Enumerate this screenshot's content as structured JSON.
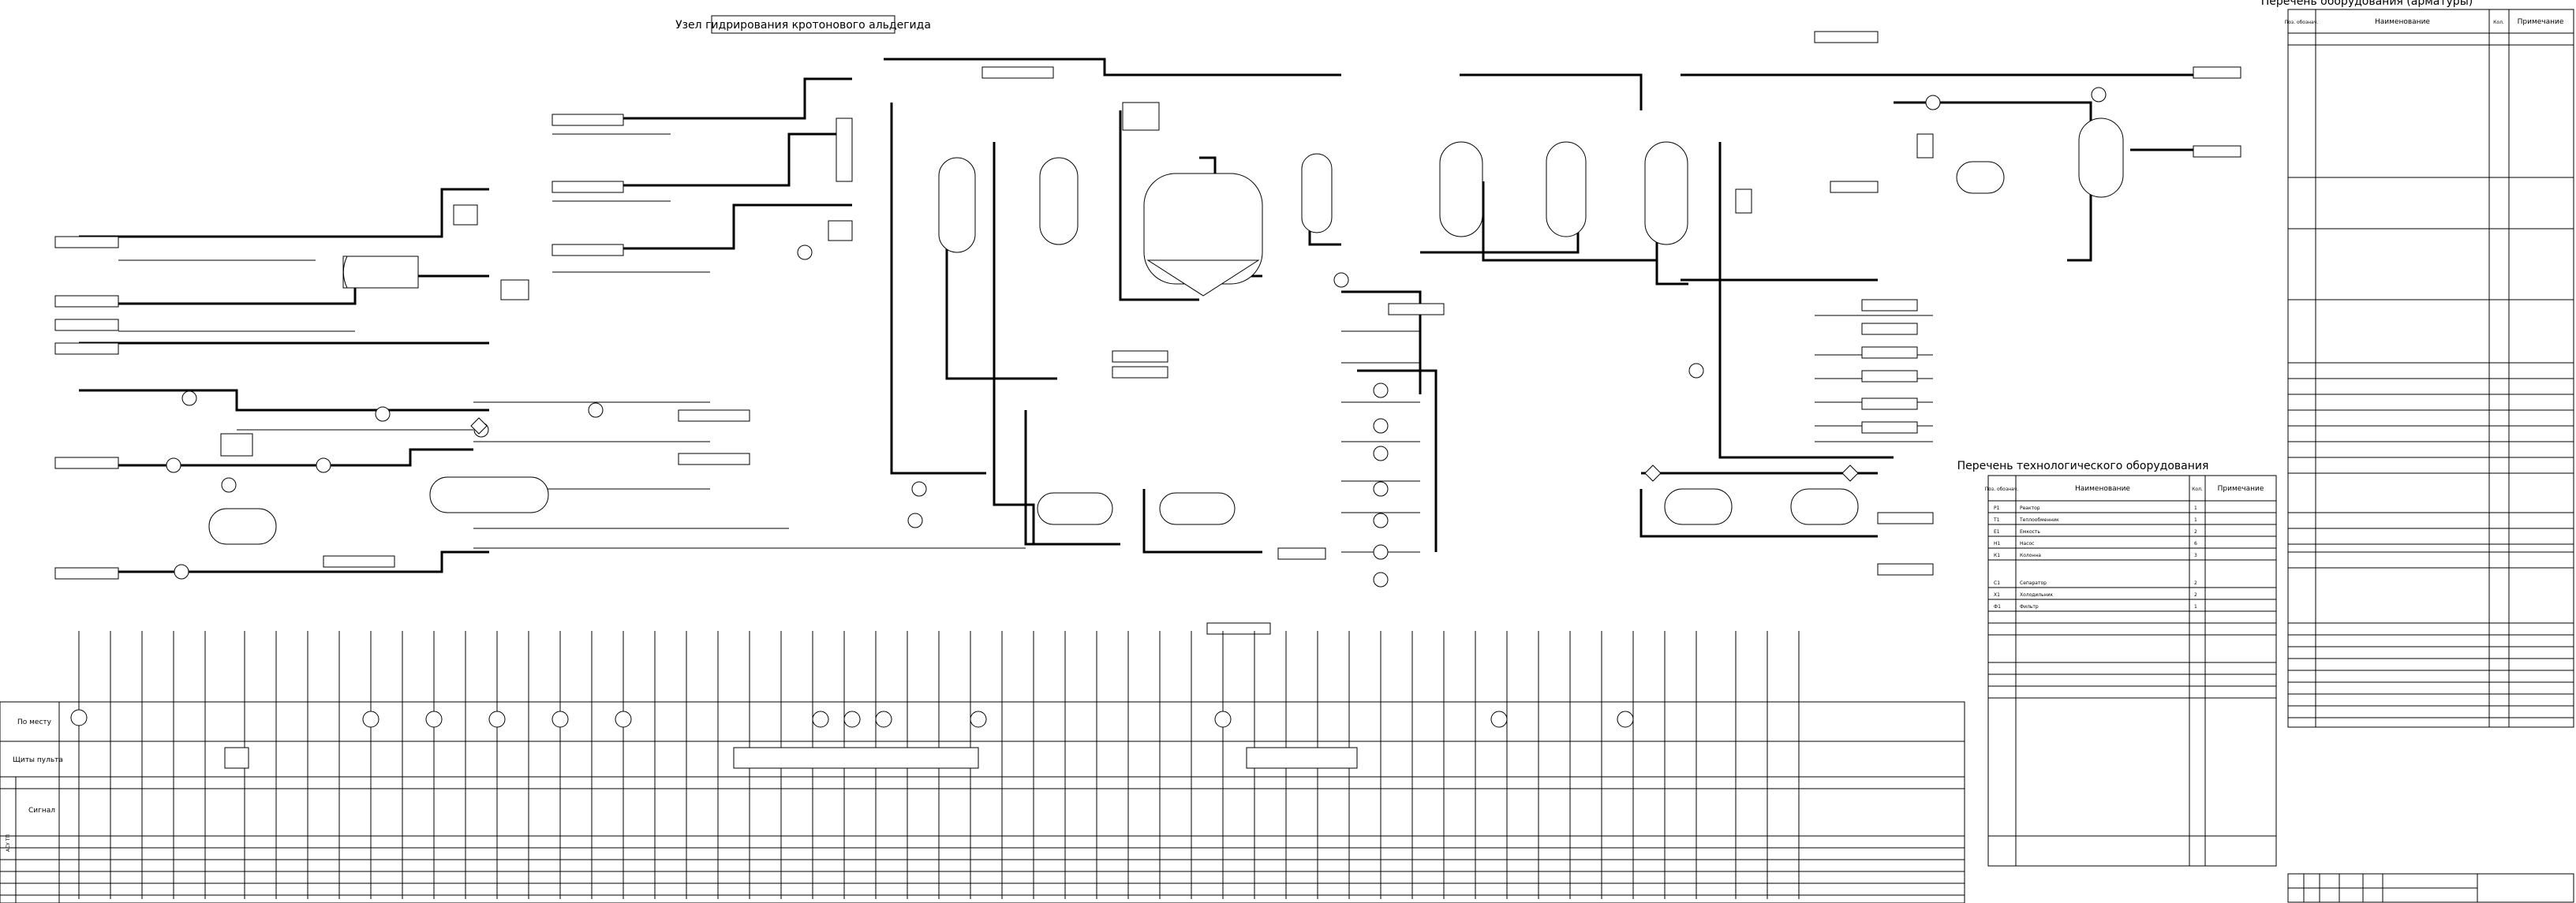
{
  "diagram": {
    "title": "Узел гидрирования кротонового альдегида",
    "equipment_list_title": "Перечень технологического оборудования",
    "spec_title": "Перечень оборудования (арматуры)"
  },
  "equipment_table": {
    "headers": [
      "Поз. обознач.",
      "Наименование",
      "Кол.",
      "Примечание"
    ],
    "rows": [
      {
        "pos": "Р1",
        "name": "Реактор",
        "qty": "1"
      },
      {
        "pos": "Т1",
        "name": "Теплообменник",
        "qty": "1"
      },
      {
        "pos": "Е1",
        "name": "Емкость",
        "qty": "2"
      },
      {
        "pos": "Н1",
        "name": "Насос",
        "qty": "6"
      },
      {
        "pos": "К1",
        "name": "Колонна",
        "qty": "3"
      },
      {
        "pos": "С1",
        "name": "Сепаратор",
        "qty": "2"
      },
      {
        "pos": "Х1",
        "name": "Холодильник",
        "qty": "2"
      },
      {
        "pos": "Ф1",
        "name": "Фильтр",
        "qty": "1"
      }
    ]
  },
  "spec_table": {
    "headers": [
      "Поз. обознач.",
      "Наименование",
      "Кол.",
      "Примечание"
    ]
  },
  "control_panel": {
    "row_labels": [
      "По месту",
      "Щиты пульта",
      "Сигнал"
    ],
    "side_label": "АСУ ТП"
  }
}
